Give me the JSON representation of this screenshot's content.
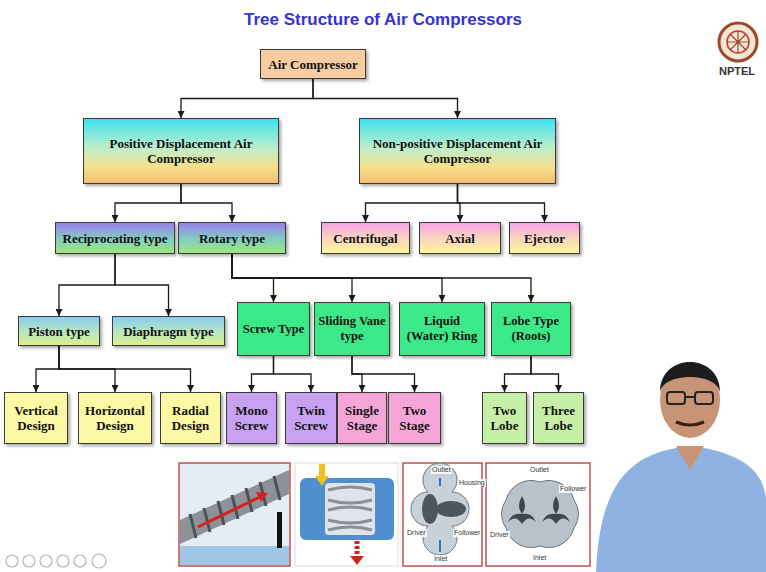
{
  "diagram": {
    "title": "Tree Structure of Air Compressors",
    "nodes": [
      {
        "text": [
          "Air Compressor"
        ]
      },
      {
        "text": [
          "Positive Displacement Air Compressor"
        ]
      },
      {
        "text": [
          "Non-positive Displacement Air Compressor"
        ]
      },
      {
        "text": [
          "Reciprocating type"
        ]
      },
      {
        "text": [
          "Rotary type"
        ]
      },
      {
        "text": [
          "Centrifugal"
        ]
      },
      {
        "text": [
          "Axial"
        ]
      },
      {
        "text": [
          "Ejector"
        ]
      },
      {
        "text": [
          "Piston type"
        ]
      },
      {
        "text": [
          "Diaphragm type"
        ]
      },
      {
        "text": [
          "Screw Type"
        ]
      },
      {
        "text": [
          "Sliding Vane type"
        ]
      },
      {
        "text": [
          "Liquid (Water) Ring"
        ]
      },
      {
        "text": [
          "Lobe Type (Roots)"
        ]
      },
      {
        "text": [
          "Vertical Design"
        ]
      },
      {
        "text": [
          "Horizontal Design"
        ]
      },
      {
        "text": [
          "Radial Design"
        ]
      },
      {
        "text": [
          "Mono Screw"
        ]
      },
      {
        "text": [
          "Twin Screw"
        ]
      },
      {
        "text": [
          "Single Stage"
        ]
      },
      {
        "text": [
          "Two Stage"
        ]
      },
      {
        "text": [
          "Two Lobe"
        ]
      },
      {
        "text": [
          "Three Lobe"
        ]
      }
    ],
    "edges": [
      {
        "from": 0,
        "to": 1,
        "arrow": "to"
      },
      {
        "from": 0,
        "to": 2,
        "arrow": "to"
      },
      {
        "from": 1,
        "to": 3,
        "arrow": "to"
      },
      {
        "from": 1,
        "to": 4,
        "arrow": "to"
      },
      {
        "from": 2,
        "to": 5,
        "arrow": "to"
      },
      {
        "from": 2,
        "to": 6,
        "arrow": "to"
      },
      {
        "from": 2,
        "to": 7,
        "arrow": "to"
      },
      {
        "from": 3,
        "to": 8,
        "arrow": "to"
      },
      {
        "from": 3,
        "to": 9,
        "arrow": "to"
      },
      {
        "from": 4,
        "to": 10,
        "arrow": "to"
      },
      {
        "from": 4,
        "to": 11,
        "arrow": "to"
      },
      {
        "from": 4,
        "to": 12,
        "arrow": "to"
      },
      {
        "from": 4,
        "to": 13,
        "arrow": "to"
      },
      {
        "from": 8,
        "to": 14,
        "arrow": "to"
      },
      {
        "from": 8,
        "to": 15,
        "arrow": "to"
      },
      {
        "from": 8,
        "to": 16,
        "arrow": "to"
      },
      {
        "from": 10,
        "to": 17,
        "arrow": "to"
      },
      {
        "from": 10,
        "to": 18,
        "arrow": "to"
      },
      {
        "from": 11,
        "to": 19,
        "arrow": "to"
      },
      {
        "from": 11,
        "to": 20,
        "arrow": "to"
      },
      {
        "from": 13,
        "to": 21,
        "arrow": "to"
      },
      {
        "from": 13,
        "to": 22,
        "arrow": "to"
      }
    ],
    "labels": [
      "NPTEL",
      "Outlet",
      "Housing",
      "Follower",
      "Driver",
      "Inlet",
      "Outlet",
      "Follower",
      "Driver",
      "Inlet"
    ]
  }
}
